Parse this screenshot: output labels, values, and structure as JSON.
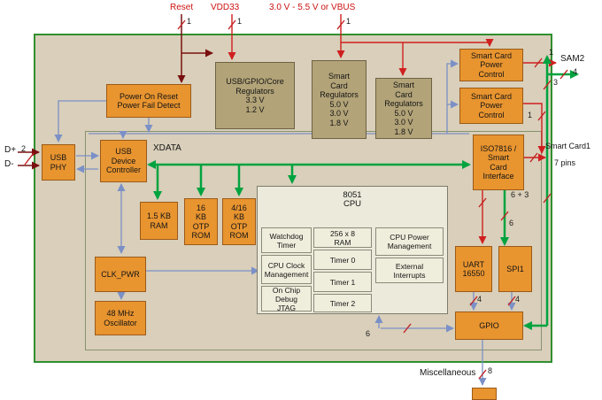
{
  "top_labels": {
    "reset": "Reset",
    "vdd33": "VDD33",
    "vbus": "3.0 V - 5.5 V or VBUS"
  },
  "left_labels": {
    "dplus": "D+",
    "dminus": "D-"
  },
  "right_labels": {
    "sam2": "SAM2",
    "smart_card1": "Smart Card1",
    "pins7": "7 pins"
  },
  "bottom_labels": {
    "misc": "Miscellaneous"
  },
  "bus_label": "XDATA",
  "widths": {
    "reset": "1",
    "vdd33": "1",
    "vbus": "1",
    "usb": "2",
    "sam2_power": "1",
    "sam2_4": "4",
    "sam2_3": "3",
    "card_power": "1",
    "iso_shared": "6 + 3",
    "spi_bus": "6",
    "uart_gpio": "4",
    "spi_gpio": "4",
    "cpu_gpio": "6",
    "misc": "8"
  },
  "blocks": {
    "por": "Power On Reset\nPower Fail Detect",
    "core_reg": "USB/GPIO/Core\nRegulators\n3.3 V\n1.2 V",
    "sc_reg1": "Smart\nCard\nRegulators\n5.0 V\n3.0 V\n1.8 V",
    "sc_reg2": "Smart\nCard\nRegulators\n5.0 V\n3.0 V\n1.8 V",
    "sc_pwr1": "Smart Card\nPower\nControl",
    "sc_pwr2": "Smart Card\nPower\nControl",
    "usb_phy": "USB\nPHY",
    "usb_dev": "USB\nDevice\nController",
    "iso7816": "ISO7816 /\nSmart\nCard\nInterface",
    "ram15": "1.5 KB\nRAM",
    "otp16": "16\nKB\nOTP\nROM",
    "otp416": "4/16\nKB\nOTP\nROM",
    "cpu": "8051\nCPU",
    "watchdog": "Watchdog\nTimer",
    "cpu_clock": "CPU Clock\nManagement",
    "jtag": "On Chip\nDebug\nJTAG",
    "ram256": "256 x 8\nRAM",
    "timer0": "Timer 0",
    "timer1": "Timer 1",
    "timer2": "Timer 2",
    "cpu_power": "CPU Power\nManagement",
    "ext_int": "External\nInterrupts",
    "clk_pwr": "CLK_PWR",
    "osc": "48 MHz\nOscillator",
    "uart": "UART\n16550",
    "spi1": "SPI1",
    "gpio": "GPIO"
  },
  "colors": {
    "power_red": "#cf1f1f",
    "reset_darkred": "#7a1010",
    "control_blue": "#7b90c7",
    "bus_green": "#00a33f",
    "block_orange": "#e8942f",
    "block_khaki": "#b2a378",
    "board_tan": "#d9cfba",
    "border_green": "#2f8f2f"
  }
}
